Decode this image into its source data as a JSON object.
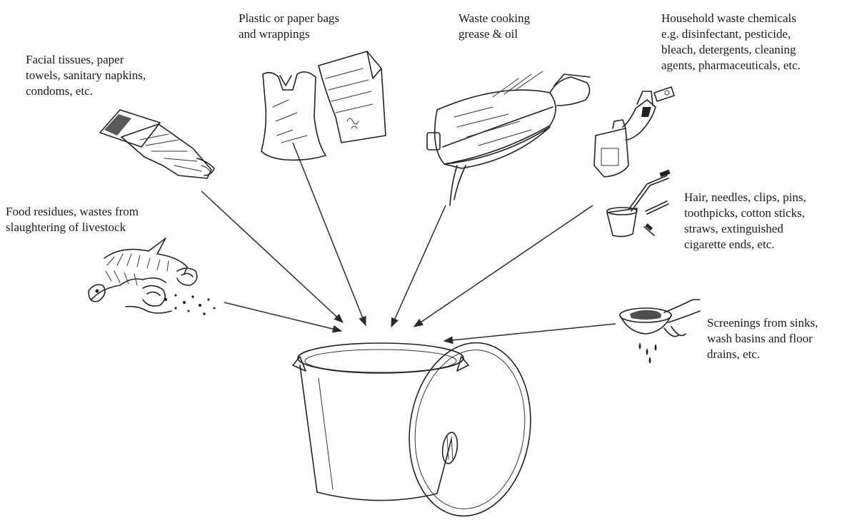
{
  "captions": {
    "tissues": "Facial tissues, paper\ntowels, sanitary napkins,\ncondoms, etc.",
    "bags": "Plastic or paper bags\nand wrappings",
    "grease": "Waste cooking\ngrease & oil",
    "chemicals": "Household waste chemicals\ne.g. disinfectant, pesticide,\nbleach, detergents, cleaning\nagents, pharmaceuticals, etc.",
    "food": "Food residues, wastes from\nslaughtering of livestock",
    "hair": "Hair, needles, clips, pins,\ntoothpicks, cotton sticks,\nstraws, extinguished\ncigarette ends, etc.",
    "screenings": "Screenings from sinks,\nwash basins and floor\ndrains, etc."
  },
  "icons": {
    "tissues": "tissues-sketch",
    "bags": "bags-sketch",
    "grease": "frying-pan-sketch",
    "chemicals": "chemical-bottles-sketch",
    "food": "fish-bones-sketch",
    "hair": "cup-and-straw-sketch",
    "screenings": "hand-with-strainer-sketch",
    "bin": "waste-bin-with-lid-sketch"
  }
}
